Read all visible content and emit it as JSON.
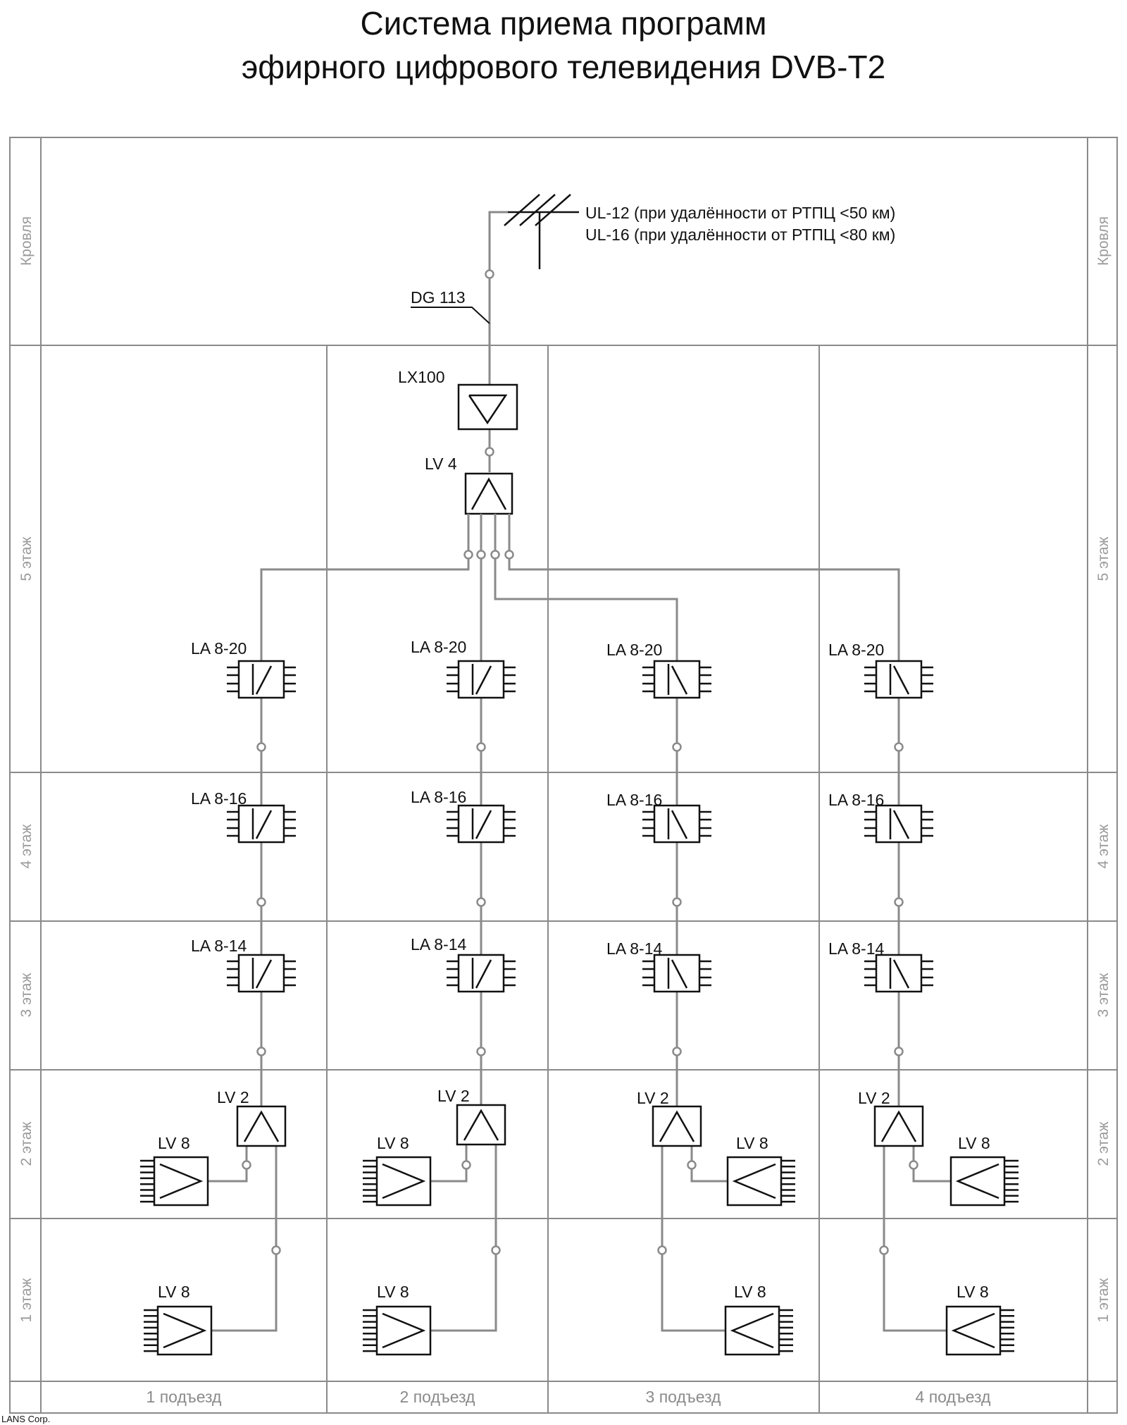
{
  "title": {
    "line1": "Система приема программ",
    "line2": "эфирного цифрового телевидения DVB-T2"
  },
  "antenna": {
    "label1": "UL-12 (при удалённости от РТПЦ <50 км)",
    "label2": "UL-16 (при удалённости от РТПЦ <80 км)"
  },
  "cable_label": "DG 113",
  "amplifier_label": "LX100",
  "main_splitter_label": "LV 4",
  "floors": {
    "roof": "Кровля",
    "f5": "5 этаж",
    "f4": "4 этаж",
    "f3": "3 этаж",
    "f2": "2 этаж",
    "f1": "1 этаж"
  },
  "entrances": [
    "1 подъезд",
    "2 подъезд",
    "3 подъезд",
    "4 подъезд"
  ],
  "taps": {
    "f5": "LA 8-20",
    "f4": "LA 8-16",
    "f3": "LA 8-14"
  },
  "splitter2_label": "LV 2",
  "distributor_label": "LV 8",
  "credit": "LANS Corp."
}
